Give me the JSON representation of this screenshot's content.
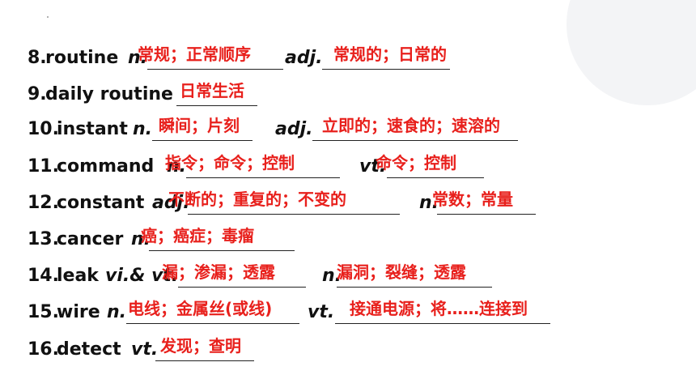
{
  "rows": [
    {
      "num": "8.",
      "word": "routine",
      "pos1": "n.",
      "ans1": "常规；正常顺序",
      "pos2": "adj.",
      "ans2": "常规的；日常的"
    },
    {
      "num": "9.",
      "word": "daily routine",
      "ans1": "日常生活"
    },
    {
      "num": "10.",
      "word": "instant",
      "pos1": "n.",
      "ans1": "瞬间；片刻",
      "pos2": "adj.",
      "ans2": "立即的；速食的；速溶的"
    },
    {
      "num": "11.",
      "word": "command",
      "pos1": "n.",
      "ans1": "指令；命令；控制",
      "pos2": "vt.",
      "ans2": "命令；控制"
    },
    {
      "num": "12.",
      "word": "constant",
      "pos1": "adj.",
      "ans1": "不断的；重复的；不变的",
      "pos2": "n.",
      "ans2": "常数；常量"
    },
    {
      "num": "13.",
      "word": "cancer",
      "pos1": "n.",
      "ans1": "癌；癌症；毒瘤"
    },
    {
      "num": "14.",
      "word": "leak",
      "pos1": "vi.& vt.",
      "ans1": "漏；渗漏；透露",
      "pos2": "n.",
      "ans2": "漏洞；裂缝；透露"
    },
    {
      "num": "15.",
      "word": "wire",
      "pos1": "n.",
      "ans1": "电线；金属丝(或线)",
      "pos2": "vt.",
      "ans2": "接通电源；将……连接到"
    },
    {
      "num": "16.",
      "word": "detect",
      "pos1": "vt.",
      "ans1": "发现；查明"
    }
  ]
}
